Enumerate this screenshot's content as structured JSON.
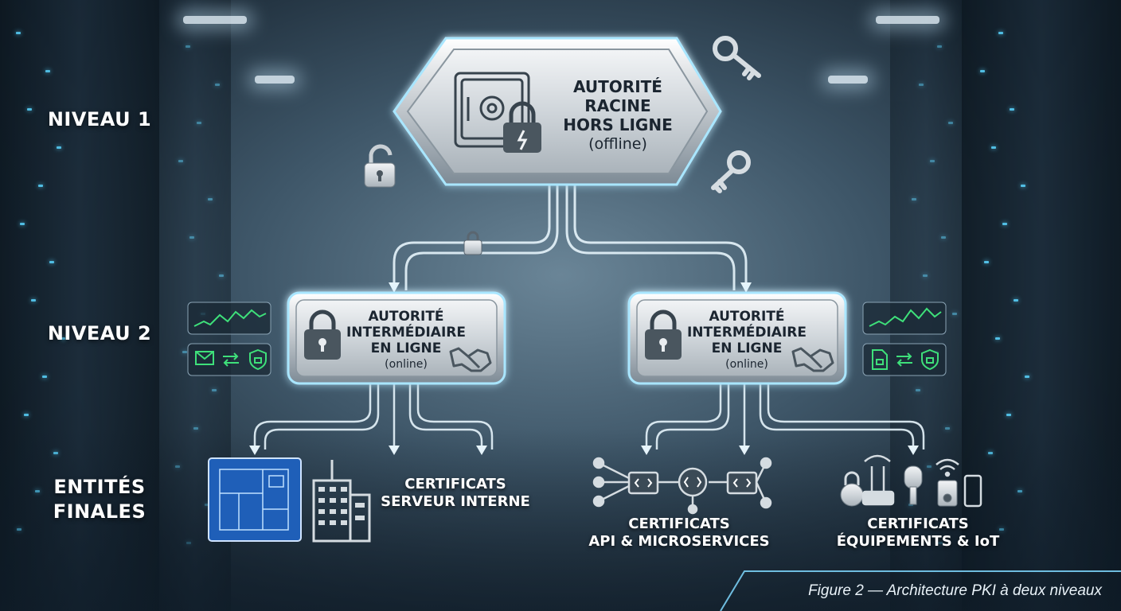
{
  "levels": {
    "l1": "NIVEAU 1",
    "l2": "NIVEAU 2",
    "l3a": "ENTITÉS",
    "l3b": "FINALES"
  },
  "root": {
    "line1": "AUTORITÉ",
    "line2": "RACINE",
    "line3": "HORS LIGNE",
    "status": "(offline)"
  },
  "intermediate_left": {
    "line1": "AUTORITÉ",
    "line2": "INTERMÉDIAIRE",
    "line3": "EN LIGNE",
    "status": "(online)"
  },
  "intermediate_right": {
    "line1": "AUTORITÉ",
    "line2": "INTERMÉDIAIRE",
    "line3": "EN LIGNE",
    "status": "(online)"
  },
  "entities": {
    "server": {
      "line1": "CERTIFICATS",
      "line2": "SERVEUR INTERNE"
    },
    "api": {
      "line1": "CERTIFICATS",
      "line2": "API & MICROSERVICES"
    },
    "iot": {
      "line1": "CERTIFICATS",
      "line2": "ÉQUIPEMENTS & IoT"
    }
  },
  "caption": "Figure 2 — Architecture PKI à deux niveaux",
  "colors": {
    "accent": "#5fd0ff",
    "signal_green": "#3ee07a",
    "metal": "#d9dee2"
  },
  "icons": [
    "safe-icon",
    "padlock-icon",
    "key-icon",
    "handshake-icon",
    "email-icon",
    "exchange-arrows-icon",
    "shield-icon",
    "document-lock-icon",
    "blueprint-icon",
    "building-icon",
    "network-nodes-icon",
    "wifi-icon",
    "smartphone-icon"
  ]
}
